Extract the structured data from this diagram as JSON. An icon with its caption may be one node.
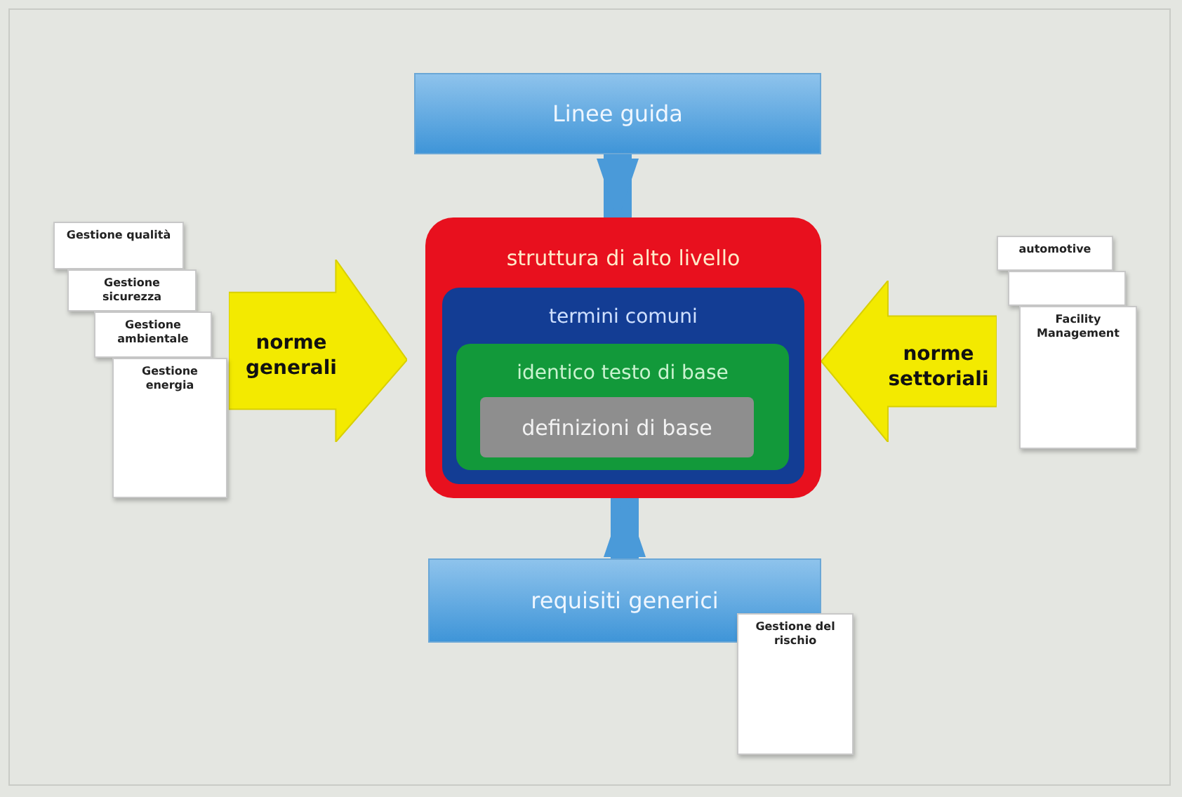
{
  "diagram": {
    "nodes": [
      {
        "text": [
          "Linee guida"
        ]
      },
      {
        "text": [
          "struttura di alto livello"
        ]
      },
      {
        "text": [
          "termini comuni"
        ],
        "in": 1
      },
      {
        "text": [
          "identico testo di base"
        ],
        "in": 2
      },
      {
        "text": [
          "definizioni di base"
        ],
        "in": 3
      },
      {
        "text": [
          "norme generali"
        ]
      },
      {
        "text": [
          "Gestione qualità"
        ]
      },
      {
        "text": [
          "Gestione sicurezza"
        ]
      },
      {
        "text": [
          "Gestione ambientale"
        ]
      },
      {
        "text": [
          "Gestione energia"
        ]
      },
      {
        "text": [
          "norme settoriali"
        ]
      },
      {
        "text": [
          "automotive"
        ]
      },
      {
        "text": [],
        "shape": "document"
      },
      {
        "text": [
          "Facility Management"
        ]
      },
      {
        "text": [
          "requisiti generici"
        ]
      },
      {
        "text": [
          "Gestione del rischio"
        ]
      }
    ],
    "edges": [
      {
        "from": 0,
        "to": 1,
        "arrow": "to"
      },
      {
        "from": 14,
        "to": 1,
        "arrow": "to"
      }
    ]
  }
}
